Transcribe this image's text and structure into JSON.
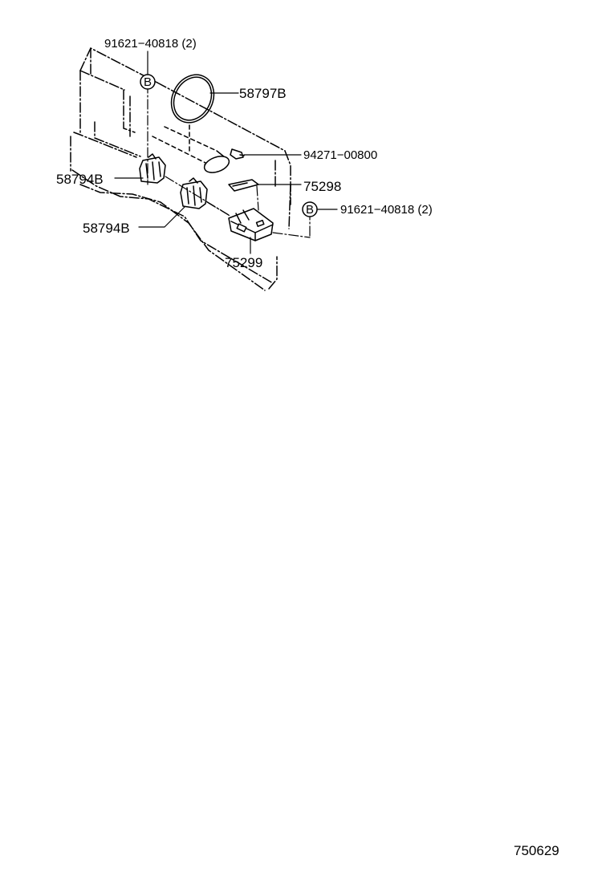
{
  "labels": {
    "bolt_top": "91621−40818 (2)",
    "ring": "58797B",
    "screw": "94271−00800",
    "clip_upper": "58794B",
    "bracket": "75298",
    "bolt_right": "91621−40818 (2)",
    "clip_lower": "58794B",
    "base": "75299",
    "marker_top": "B",
    "marker_right": "B"
  },
  "footer": {
    "diagram_code": "750629"
  }
}
